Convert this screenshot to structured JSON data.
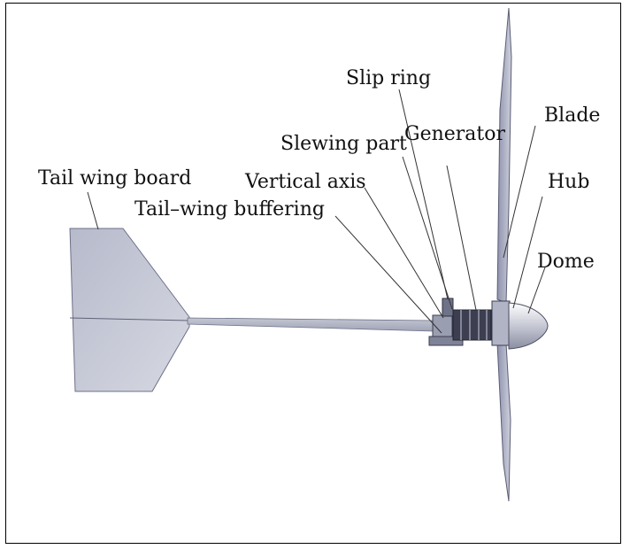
{
  "labels": {
    "slip_ring": "Slip ring",
    "blade": "Blade",
    "generator": "Generator",
    "slewing_part": "Slewing part",
    "tail_wing_board": "Tail wing board",
    "vertical_axis": "Vertical axis",
    "hub": "Hub",
    "tail_wing_buffering": "Tail–wing buffering",
    "dome": "Dome"
  },
  "colors": {
    "metal_light": "#c9ccd8",
    "metal_mid": "#a9adc2",
    "metal_dark": "#4a4c60",
    "leader_line": "#333333"
  }
}
